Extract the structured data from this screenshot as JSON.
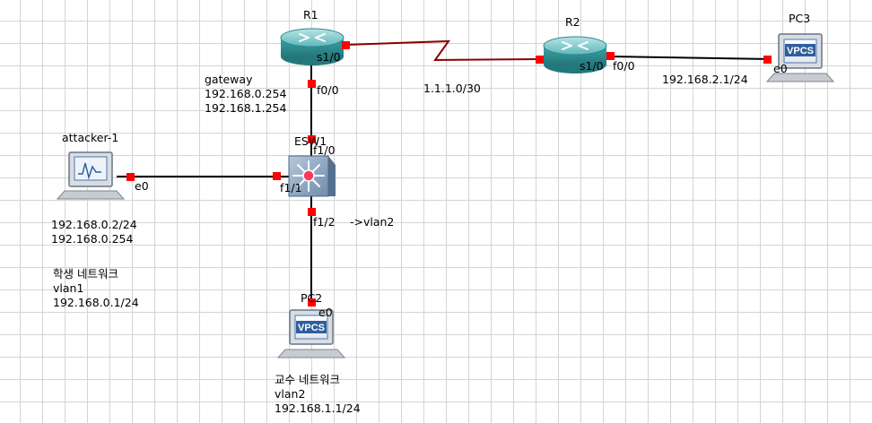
{
  "nodes": {
    "r1": {
      "name": "R1"
    },
    "r2": {
      "name": "R2"
    },
    "pc3": {
      "name": "PC3",
      "badge": "VPCS"
    },
    "esw1": {
      "name": "ESW1"
    },
    "attacker": {
      "name": "attacker-1"
    },
    "pc2": {
      "name": "PC2",
      "badge": "VPCS"
    }
  },
  "interfaces": {
    "r1_s10": "s1/0",
    "r1_f00": "f0/0",
    "r2_s10": "s1/0",
    "r2_f00": "f0/0",
    "pc3_e0": "e0",
    "esw1_f10": "f1/0",
    "esw1_f11": "f1/1",
    "esw1_f12": "f1/2",
    "attacker_e0": "e0",
    "pc2_e0": "e0"
  },
  "notes": {
    "gateway": [
      "gateway",
      "192.168.0.254",
      "192.168.1.254"
    ],
    "serial_net": "1.1.1.0/30",
    "pc3_ip": "192.168.2.1/24",
    "vlan2_arrow": "->vlan2",
    "attacker_ip": [
      "192.168.0.2/24",
      "192.168.0.254"
    ],
    "student_net": [
      "학생 네트워크",
      "vlan1",
      "192.168.0.1/24"
    ],
    "professor_net": [
      "교수 네트워크",
      "vlan2",
      "192.168.1.1/24"
    ]
  },
  "colors": {
    "router_body": "#3aa3a6",
    "router_top": "#7cc8cb",
    "switch_body": "#8aa4c0",
    "link": "#000000",
    "serial_link": "#8b0000",
    "port": "#ff0000",
    "vpcs_blue": "#2f5f9c"
  }
}
